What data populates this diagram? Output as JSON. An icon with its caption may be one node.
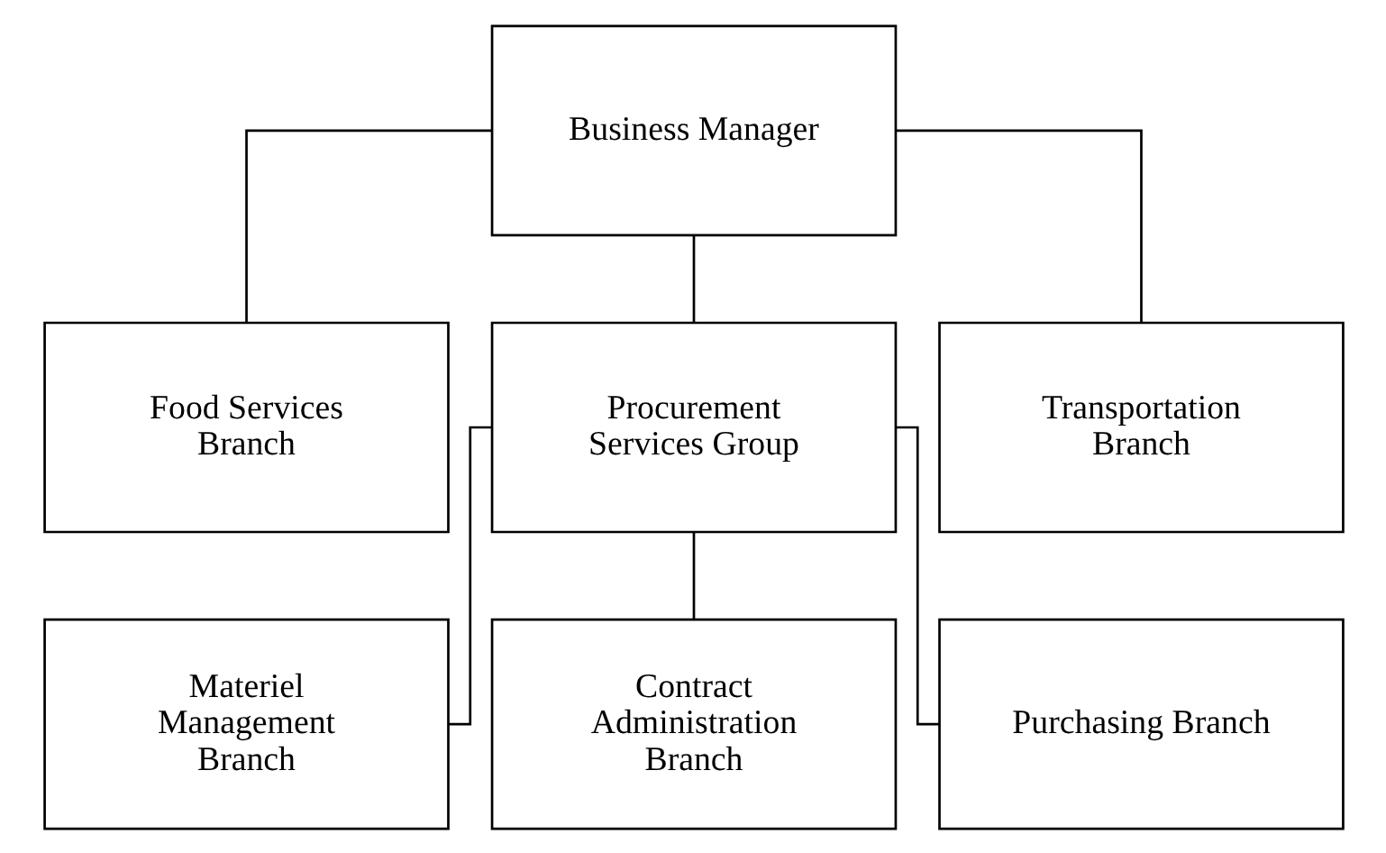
{
  "diagram": {
    "nodes": [
      {
        "text": [
          "Business Manager"
        ]
      },
      {
        "text": [
          "Food Services Branch"
        ]
      },
      {
        "text": [
          "Procurement Services Group"
        ]
      },
      {
        "text": [
          "Transportation Branch"
        ]
      },
      {
        "text": [
          "Materiel Management Branch"
        ]
      },
      {
        "text": [
          "Contract Administration Branch"
        ]
      },
      {
        "text": [
          "Purchasing Branch"
        ]
      }
    ],
    "edges": [
      {
        "from": 0,
        "to": 1,
        "arrow": "none"
      },
      {
        "from": 0,
        "to": 2,
        "arrow": "none"
      },
      {
        "from": 0,
        "to": 3,
        "arrow": "none"
      },
      {
        "from": 2,
        "to": 4,
        "arrow": "none"
      },
      {
        "from": 2,
        "to": 5,
        "arrow": "none"
      },
      {
        "from": 2,
        "to": 6,
        "arrow": "none"
      }
    ]
  }
}
